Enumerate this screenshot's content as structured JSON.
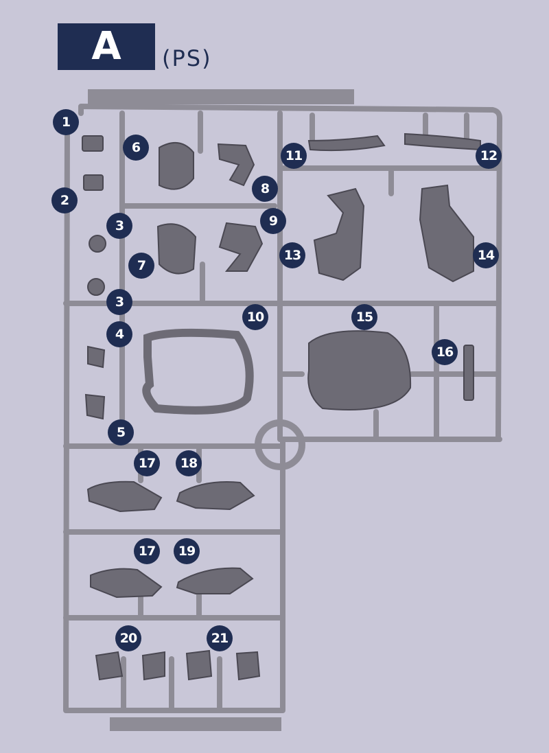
{
  "sprue": {
    "letter": "A",
    "material": "(PS)"
  },
  "part_numbers": [
    "1",
    "2",
    "3",
    "3",
    "4",
    "5",
    "6",
    "7",
    "8",
    "9",
    "10",
    "11",
    "12",
    "13",
    "14",
    "15",
    "16",
    "17",
    "18",
    "17",
    "19",
    "20",
    "21"
  ],
  "colors": {
    "label": "#1f2d52",
    "runner": "#8e8c96",
    "part": "#6d6b75",
    "background": "#c9c7d8"
  }
}
